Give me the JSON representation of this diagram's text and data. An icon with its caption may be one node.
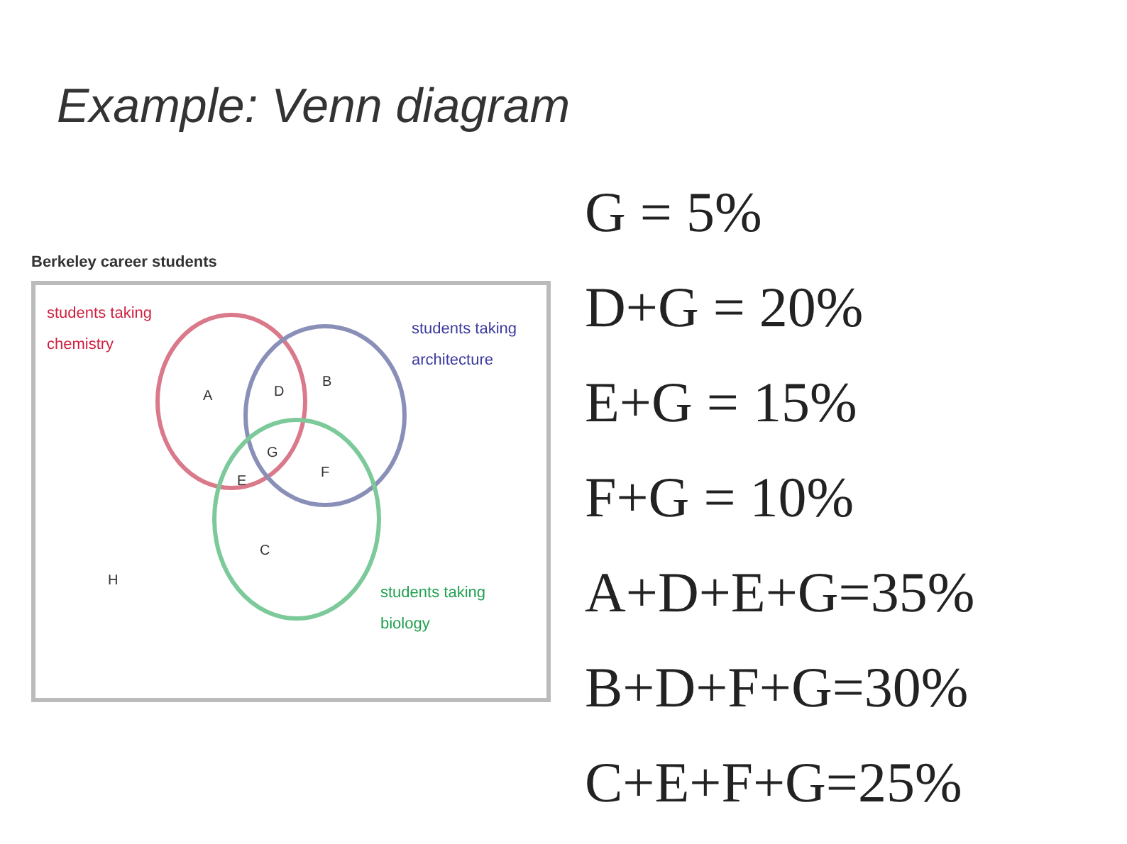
{
  "diagram": {
    "title": "Example: Venn diagram",
    "nodes": [
      {
        "text": [
          "Berkeley career students"
        ]
      },
      {
        "text": [],
        "shape": "circle",
        "in": 0,
        "beside": [
          "students taking chemistry"
        ]
      },
      {
        "text": [],
        "shape": "circle",
        "in": 0,
        "beside": [
          "students taking architecture"
        ]
      },
      {
        "text": [],
        "shape": "circle",
        "in": 0,
        "beside": [
          "students taking biology"
        ]
      }
    ],
    "edges": [],
    "labels": [
      "A",
      "D",
      "B",
      "G",
      "E",
      "F",
      "C",
      "H",
      "G = 5%",
      "D+G = 20%",
      "E+G = 15%",
      "F+G = 10%",
      "A+D+E+G=35%",
      "B+D+F+G=30%",
      "C+E+F+G=25%"
    ]
  }
}
